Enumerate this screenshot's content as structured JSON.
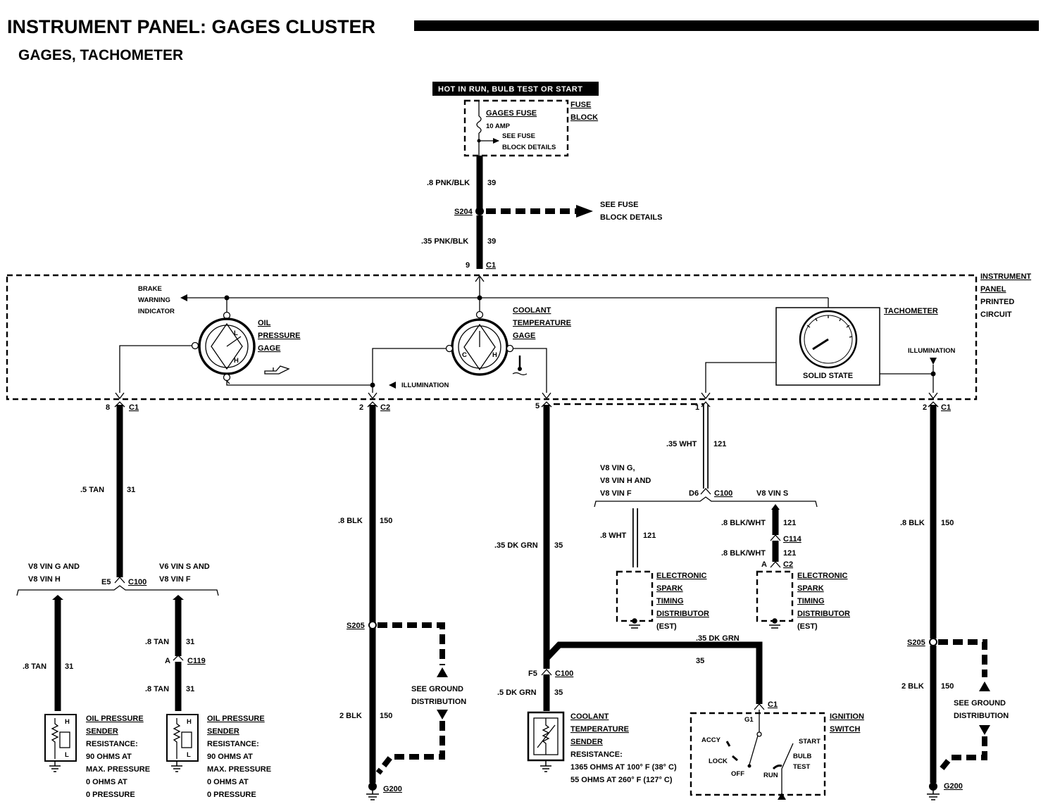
{
  "title": "INSTRUMENT PANEL: GAGES CLUSTER",
  "subtitle": "GAGES, TACHOMETER",
  "power": {
    "hot_label": "HOT IN RUN, BULB TEST OR START",
    "fuse_name": "GAGES FUSE",
    "fuse_rating": "10 AMP",
    "fuse_see": "SEE FUSE",
    "fuse_see2": "BLOCK DETAILS",
    "fuse_block_1": "FUSE",
    "fuse_block_2": "BLOCK",
    "wire_top_size": ".8 PNK/BLK",
    "wire_top_num": "39",
    "splice": "S204",
    "see_fuse_1": "SEE FUSE",
    "see_fuse_2": "BLOCK DETAILS",
    "wire_bot_size": ".35 PNK/BLK",
    "wire_bot_num": "39",
    "conn_pin": "9",
    "conn_name": "C1"
  },
  "panel": {
    "label_1": "INSTRUMENT",
    "label_2": "PANEL",
    "label_3": "PRINTED",
    "label_4": "CIRCUIT",
    "brake_1": "BRAKE",
    "brake_2": "WARNING",
    "brake_3": "INDICATOR",
    "oil_1": "OIL",
    "oil_2": "PRESSURE",
    "oil_3": "GAGE",
    "coolant_1": "COOLANT",
    "coolant_2": "TEMPERATURE",
    "coolant_3": "GAGE",
    "illum_1": "ILLUMINATION",
    "illum_2": "ILLUMINATION",
    "tach": "TACHOMETER",
    "solid_state": "SOLID STATE",
    "gauge_l": "L",
    "gauge_h": "H",
    "gauge_c": "C"
  },
  "circuits": {
    "oil": {
      "pin": "8",
      "conn": "C1",
      "wire_size": ".5 TAN",
      "wire_num": "31",
      "left_1": "V8 VIN G AND",
      "left_2": "V8 VIN H",
      "right_1": "V6 VIN S AND",
      "right_2": "V8 VIN F",
      "c100_pin": "E5",
      "c100": "C100",
      "left_wire_size": ".8 TAN",
      "left_wire_num": "31",
      "right_wire_size_1": ".8 TAN",
      "right_wire_num_1": "31",
      "c119_pin": "A",
      "c119": "C119",
      "right_wire_size_2": ".8 TAN",
      "right_wire_num_2": "31",
      "sender_pins": [
        "H",
        "L"
      ],
      "sender_1": "OIL PRESSURE",
      "sender_2": "SENDER",
      "sender_3": "RESISTANCE:",
      "sender_4": "90 OHMS AT",
      "sender_5": "MAX. PRESSURE",
      "sender_6": "0 OHMS AT",
      "sender_7": "0 PRESSURE"
    },
    "ground_left": {
      "pin": "2",
      "conn": "C2",
      "wire_size": ".8 BLK",
      "wire_num": "150",
      "splice": "S205",
      "see_1": "SEE GROUND",
      "see_2": "DISTRIBUTION",
      "wire2_size": "2 BLK",
      "wire2_num": "150",
      "ground": "G200"
    },
    "coolant": {
      "pin": "5",
      "wire_size": ".35 DK GRN",
      "wire_num": "35",
      "branch_size": ".35 DK GRN",
      "branch_num": "35",
      "c100_pin": "F5",
      "c100": "C100",
      "wire2_size": ".5 DK GRN",
      "wire2_num": "35",
      "sender_1": "COOLANT",
      "sender_2": "TEMPERATURE",
      "sender_3": "SENDER",
      "sender_4": "RESISTANCE:",
      "sender_5": "1365 OHMS AT 100° F (38° C)",
      "sender_6": "55 OHMS AT 260° F (127° C)"
    },
    "ignition": {
      "conn": "C1",
      "pin": "G1",
      "label_1": "IGNITION",
      "label_2": "SWITCH",
      "accy": "ACCY",
      "lock": "LOCK",
      "off": "OFF",
      "run": "RUN",
      "start": "START",
      "bulb_1": "BULB",
      "bulb_2": "TEST"
    },
    "tach": {
      "pin": "1",
      "wire_size": ".35 WHT",
      "wire_num": "121",
      "left_1": "V8 VIN G,",
      "left_2": "V8 VIN H AND",
      "left_3": "V8 VIN F",
      "d6_pin": "D6",
      "c100": "C100",
      "right_1": "V8 VIN S",
      "left_wire_size": ".8 WHT",
      "left_wire_num": "121",
      "right_wire_size_1": ".8 BLK/WHT",
      "right_wire_num_1": "121",
      "c114": "C114",
      "right_wire_size_2": ".8 BLK/WHT",
      "right_wire_num_2": "121",
      "c2_pin": "A",
      "c2": "C2",
      "est_1": "ELECTRONIC",
      "est_2": "SPARK",
      "est_3": "TIMING",
      "est_4": "DISTRIBUTOR",
      "est_5": "(EST)"
    },
    "ground_right": {
      "pin": "2",
      "conn": "C1",
      "wire_size": ".8 BLK",
      "wire_num": "150",
      "splice": "S205",
      "see_1": "SEE GROUND",
      "see_2": "DISTRIBUTION",
      "wire2_size": "2 BLK",
      "wire2_num": "150",
      "ground": "G200"
    }
  }
}
